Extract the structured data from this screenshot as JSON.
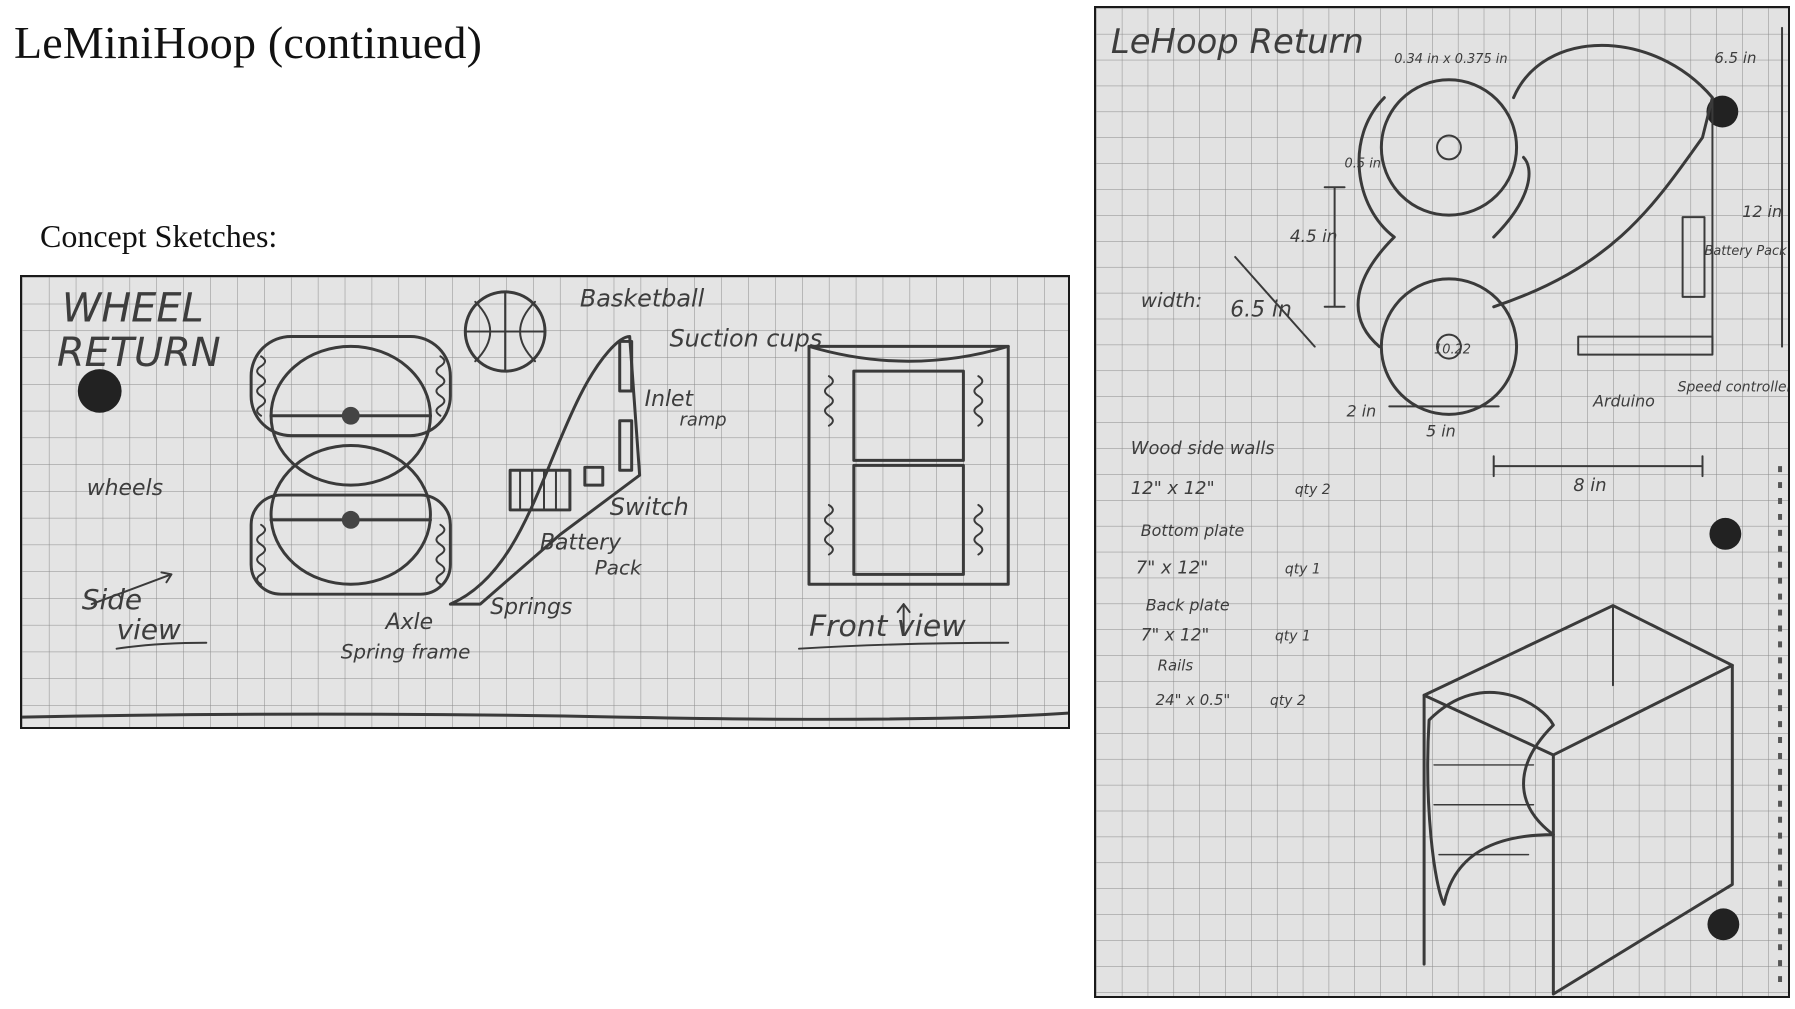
{
  "slide": {
    "title": "LeMiniHoop (continued)",
    "section_label": "Concept Sketches:"
  },
  "sketch_wheel_return": {
    "heading_line1": "WHEEL",
    "heading_line2": "RETURN",
    "labels": {
      "basketball": "Basketball",
      "suction_cups": "Suction cups",
      "inlet_ramp_line1": "Inlet",
      "inlet_ramp_line2": "ramp",
      "wheels": "wheels",
      "switch": "Switch",
      "battery_pack_line1": "Battery",
      "battery_pack_line2": "Pack",
      "springs": "Springs",
      "axle": "Axle",
      "spring_frame": "Spring frame",
      "side_view_line1": "Side",
      "side_view_line2": "view",
      "front_view": "Front view"
    }
  },
  "sketch_lehoop_return": {
    "heading": "LeHoop Return",
    "labels": {
      "dim_top_small": "0.34 in x 0.375 in",
      "dim_6_5_top": "6.5 in",
      "dim_0_5": "0.5 in",
      "dim_12": "12 in",
      "dim_4_5": "4.5 in",
      "battery_pack": "Battery Pack",
      "width_label": "width:",
      "width_value": "6.5 in",
      "hub_label": "10.22",
      "dim_2": "2 in",
      "dim_5": "5 in",
      "arduino": "Arduino",
      "speed_controller": "Speed controller",
      "dim_8": "8 in",
      "wood_side_walls": "Wood side walls",
      "wood_side_walls_size": "12\" x 12\"",
      "wood_side_walls_qty": "qty 2",
      "bottom_plate": "Bottom plate",
      "bottom_plate_size": "7\" x 12\"",
      "bottom_plate_qty": "qty 1",
      "back_plate": "Back plate",
      "back_plate_size": "7\" x 12\"",
      "back_plate_qty": "qty 1",
      "rails": "Rails",
      "rails_size": "24\" x 0.5\"",
      "rails_qty": "qty 2"
    }
  }
}
